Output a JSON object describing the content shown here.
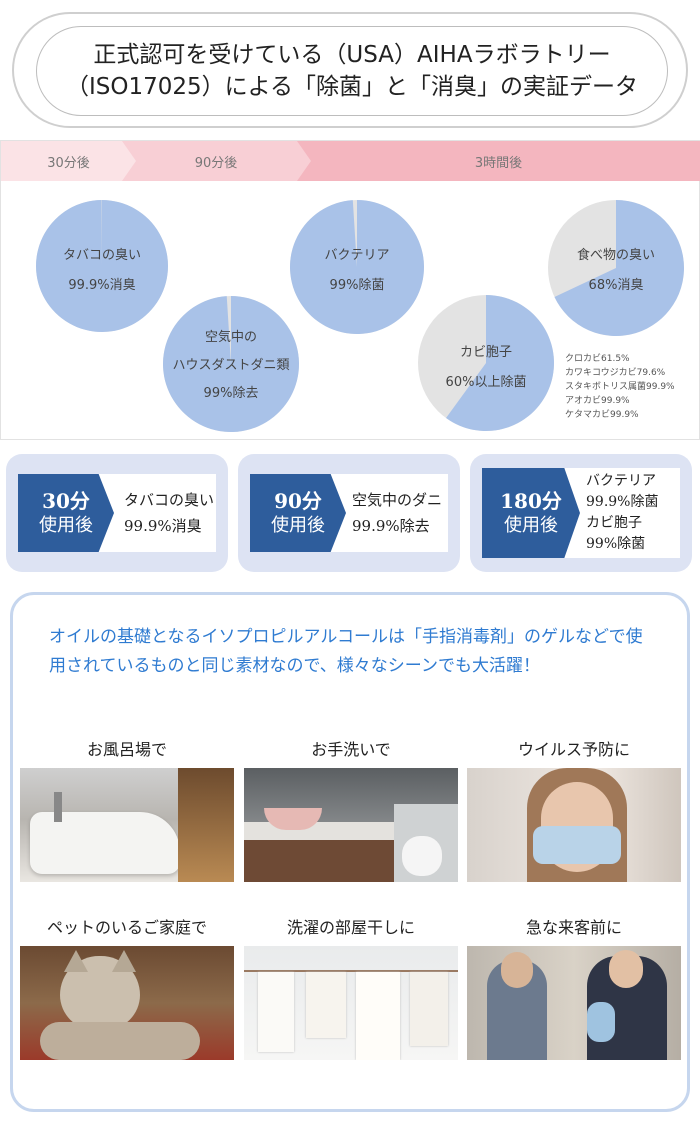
{
  "title": {
    "line1": "正式認可を受けている（USA）AIHAラボラトリー",
    "line2": "（ISO17025）による「除菌」と「消臭」の実証データ"
  },
  "timeline": {
    "steps": [
      "30分後",
      "90分後",
      "3時間後"
    ],
    "colors": [
      "#fbe3e6",
      "#f8cfd5",
      "#f4b6bf"
    ]
  },
  "results": [
    {
      "name": "タバコの臭い",
      "value_label": "99.9%消臭",
      "percent": 99.9
    },
    {
      "name_lines": [
        "空気中の",
        "ハウスダストダニ類"
      ],
      "value_label": "99%除去",
      "percent": 99
    },
    {
      "name": "バクテリア",
      "value_label": "99%除菌",
      "percent": 99
    },
    {
      "name": "カビ胞子",
      "value_label": "60%以上除菌",
      "percent": 60
    },
    {
      "name": "食べ物の臭い",
      "value_label": "68%消臭",
      "percent": 68
    }
  ],
  "pie_colors": {
    "fill": "#a9c2e8",
    "rest": "#e3e3e3"
  },
  "mold_list": [
    "クロカビ61.5%",
    "カワキコウジカビ79.6%",
    "スタキボトリス属菌99.9%",
    "アオカビ99.9%",
    "ケタマカビ99.9%"
  ],
  "usage": [
    {
      "badge1": "30分",
      "badge2": "使用後",
      "lines": [
        "タバコの臭い",
        "99.9%消臭"
      ]
    },
    {
      "badge1": "90分",
      "badge2": "使用後",
      "lines": [
        "空気中のダニ",
        "99.9%除去"
      ]
    },
    {
      "badge1": "180分",
      "badge2": "使用後",
      "lines": [
        "バクテリア",
        "99.9%除菌",
        "カビ胞子",
        "99%除菌"
      ]
    }
  ],
  "scene_description": "オイルの基礎となるイソプロピルアルコールは「手指消毒剤」のゲルなどで使用されているものと同じ素材なので、様々なシーンでも大活躍！",
  "scenes": [
    {
      "label": "お風呂場で"
    },
    {
      "label": "お手洗いで"
    },
    {
      "label": "ウイルス予防に"
    },
    {
      "label": "ペットのいるご家庭で"
    },
    {
      "label": "洗濯の部屋干しに"
    },
    {
      "label": "急な来客前に"
    }
  ]
}
